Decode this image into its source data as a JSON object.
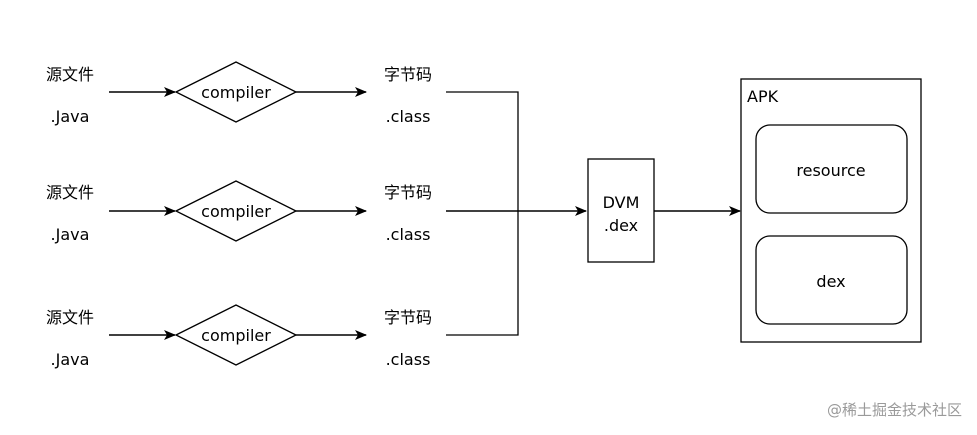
{
  "rows": [
    {
      "source_label": "源文件",
      "source_ext": ".Java",
      "process_label": "compiler",
      "output_label": "字节码",
      "output_ext": ".class"
    },
    {
      "source_label": "源文件",
      "source_ext": ".Java",
      "process_label": "compiler",
      "output_label": "字节码",
      "output_ext": ".class"
    },
    {
      "source_label": "源文件",
      "source_ext": ".Java",
      "process_label": "compiler",
      "output_label": "字节码",
      "output_ext": ".class"
    }
  ],
  "dvm": {
    "line1": "DVM",
    "line2": ".dex"
  },
  "apk": {
    "title": "APK",
    "items": [
      {
        "label": "resource"
      },
      {
        "label": "dex"
      }
    ]
  },
  "watermark": "@稀土掘金技术社区",
  "colors": {
    "stroke": "#000000",
    "text": "#000000",
    "watermark": "#9a9a9a",
    "background": "#ffffff"
  }
}
